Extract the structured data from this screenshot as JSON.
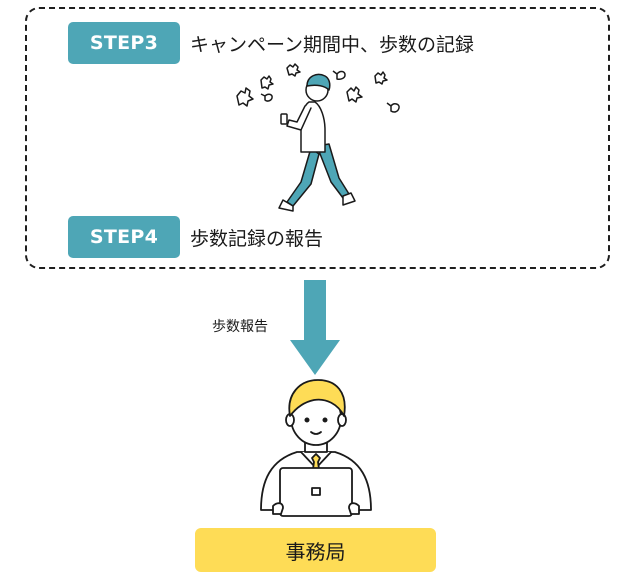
{
  "colors": {
    "step_badge": "#4ea6b6",
    "office_badge": "#fedc56",
    "arrow": "#4ea6b6",
    "pants": "#4ea6b6",
    "hair": "#fedc56"
  },
  "steps": [
    {
      "badge": "STEP3",
      "text": "キャンペーン期間中、歩数の記録"
    },
    {
      "badge": "STEP4",
      "text": "歩数記録の報告"
    }
  ],
  "arrow": {
    "label": "歩数報告"
  },
  "office": {
    "label": "事務局"
  },
  "icons": {
    "walker": "walking-person-with-smartphone-icon",
    "leaves": "falling-leaves-icon",
    "worker": "office-worker-at-laptop-icon"
  }
}
